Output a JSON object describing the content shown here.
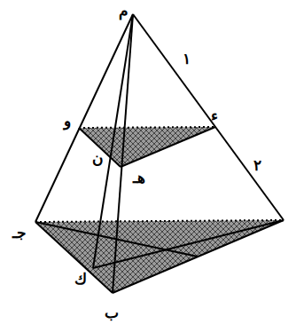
{
  "diagram": {
    "labels": [
      "م",
      "و",
      "ء",
      "١",
      "ن",
      "هـ",
      "٢",
      "جـ",
      "ك",
      "ب"
    ]
  }
}
